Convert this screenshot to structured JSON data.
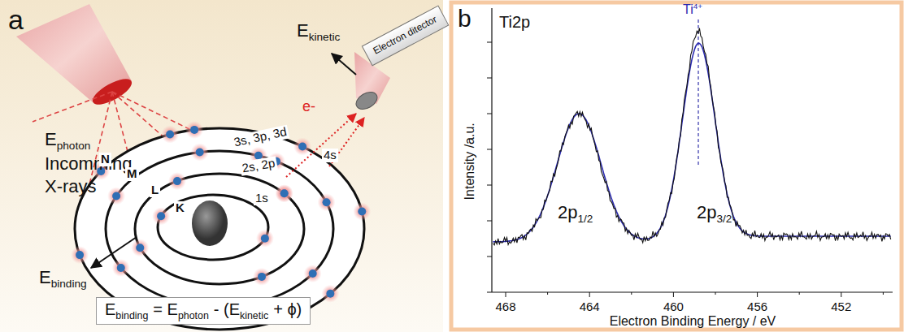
{
  "diagram": {
    "nodes": [
      {
        "text": [
          "Electron ditector"
        ]
      },
      {
        "text": [
          "E",
          "binding",
          "= E",
          "photon",
          "- (E",
          "kinetic",
          "+ ϕ)"
        ]
      }
    ],
    "labels": [
      "a",
      "E",
      "kinetic",
      "E",
      "photon",
      "Incomming",
      "X-rays",
      "N",
      "M",
      "L",
      "K",
      "3s, 3p, 3d",
      "4s",
      "2s, 2p",
      "1s",
      "e-",
      "E",
      "binding",
      "b",
      "Ti2p",
      "Ti",
      "4+",
      "Intensity /a.u.",
      "2p",
      "1/2",
      "2p",
      "3/2",
      "468",
      "464",
      "460",
      "456",
      "452",
      "Electron Binding Energy / eV"
    ]
  }
}
